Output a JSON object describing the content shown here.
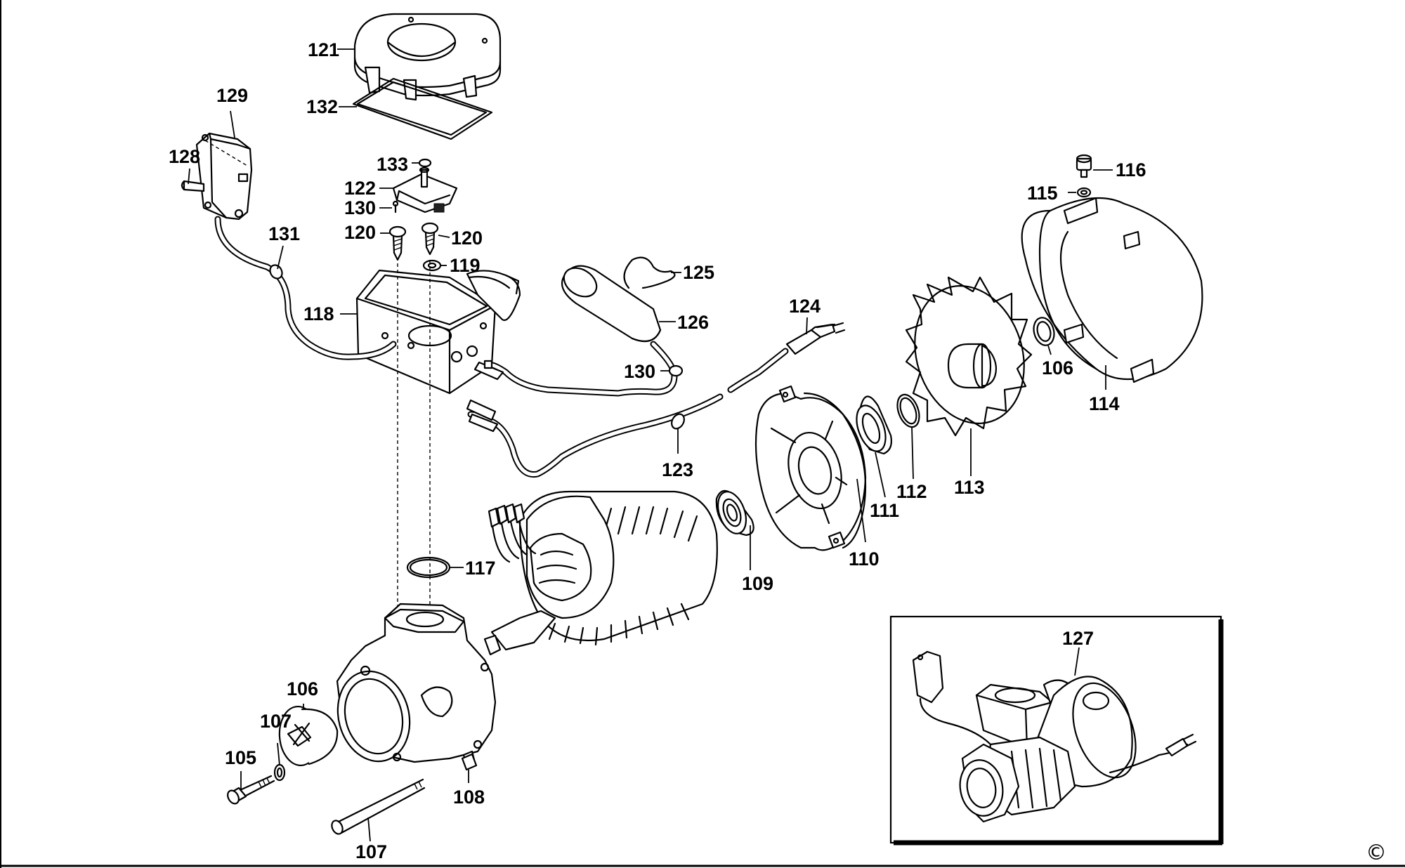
{
  "diagram": {
    "type": "exploded-parts-view",
    "copyright_symbol": "©",
    "inset_label": "127",
    "labels": [
      {
        "id": "l121",
        "text": "121"
      },
      {
        "id": "l132",
        "text": "132"
      },
      {
        "id": "l129",
        "text": "129"
      },
      {
        "id": "l128",
        "text": "128"
      },
      {
        "id": "l133",
        "text": "133"
      },
      {
        "id": "l122",
        "text": "122"
      },
      {
        "id": "l130a",
        "text": "130"
      },
      {
        "id": "l120a",
        "text": "120"
      },
      {
        "id": "l120b",
        "text": "120"
      },
      {
        "id": "l131",
        "text": "131"
      },
      {
        "id": "l119",
        "text": "119"
      },
      {
        "id": "l118",
        "text": "118"
      },
      {
        "id": "l125",
        "text": "125"
      },
      {
        "id": "l126",
        "text": "126"
      },
      {
        "id": "l124",
        "text": "124"
      },
      {
        "id": "l130b",
        "text": "130"
      },
      {
        "id": "l123",
        "text": "123"
      },
      {
        "id": "l116",
        "text": "116"
      },
      {
        "id": "l115",
        "text": "115"
      },
      {
        "id": "l106a",
        "text": "106"
      },
      {
        "id": "l114",
        "text": "114"
      },
      {
        "id": "l113",
        "text": "113"
      },
      {
        "id": "l112",
        "text": "112"
      },
      {
        "id": "l111",
        "text": "111"
      },
      {
        "id": "l110",
        "text": "110"
      },
      {
        "id": "l109",
        "text": "109"
      },
      {
        "id": "l117",
        "text": "117"
      },
      {
        "id": "l106b",
        "text": "106"
      },
      {
        "id": "l107a",
        "text": "107"
      },
      {
        "id": "l105",
        "text": "105"
      },
      {
        "id": "l108",
        "text": "108"
      },
      {
        "id": "l107b",
        "text": "107"
      }
    ]
  }
}
